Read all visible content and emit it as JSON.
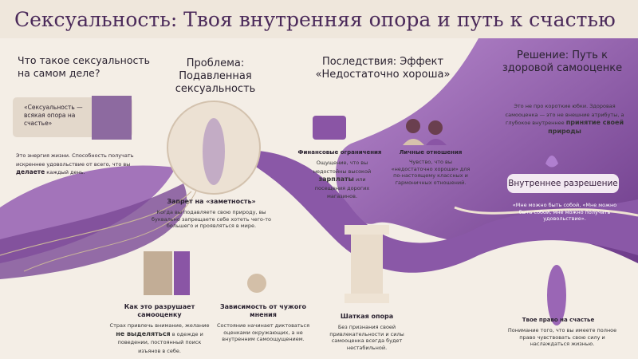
{
  "title": "Сексуальность: Твоя внутренняя опора и путь к счастью",
  "section1": {
    "heading": "Что такое сексуальность на самом деле?",
    "quote": "«Сексуальность — всякая опора на счастье»",
    "text_before": "Это энергия жизни. Способность получать искреннее удовольствие от всего, что вы",
    "text_bold": "делаете",
    "text_after": "каждый день."
  },
  "section2": {
    "heading": "Проблема: Подавленная сексуальность",
    "subheading": "Запрет на «заметность»",
    "text": "Когда вы подавляете свою природу, вы буквально запрещаете себе хотеть чего-то большего и проявляться в мире.",
    "item1": {
      "heading": "Как это разрушает самооценку",
      "text_before": "Страх привлечь внимание, желание",
      "text_bold": "не выделяться",
      "text_after": "в одежде и поведении, постоянный поиск изъянов в себе."
    },
    "item2": {
      "heading": "Зависимость от чужого мнения",
      "text": "Состояние начинает диктоваться оценками окружающих, а не внутренним самоощущением."
    }
  },
  "section3": {
    "heading": "Последствия: Эффект «Недостаточно хороша»",
    "item1": {
      "heading": "Финансовые ограничения",
      "text_before": "Ощущение, что вы недостойны высокой",
      "text_bold": "зарплаты",
      "text_after": "или посещения дорогих магазинов."
    },
    "item2": {
      "heading": "Личные отношения",
      "text": "Чувство, что вы «недостаточно хороши» для по-настоящему классных и гармоничных отношений."
    },
    "item3": {
      "heading": "Шаткая опора",
      "text": "Без признания своей привлекательности и силы самооценка всегда будет нестабильной."
    }
  },
  "section4": {
    "heading": "Решение: Путь к здоровой самооценке",
    "text": "Это не про короткие юбки. Здоровая самооценка — это не внешние атрибуты, а глубокое внутреннее",
    "text_bold": "принятие своей природы",
    "badge": "Внутреннее разрешение",
    "affirmation": "«Мне можно быть собой, «Мне можно быть собой, мне можно получать удовольствие».",
    "item1": {
      "heading": "Твое право на счастье",
      "text": "Понимание того, что вы имеете полное право чувствовать свою силу и наслаждаться жизнью."
    }
  },
  "colors": {
    "purple": "#7b4a96",
    "dark_purple": "#4b2a5a",
    "cream": "#f4eee6",
    "beige": "#d8c6b0"
  }
}
